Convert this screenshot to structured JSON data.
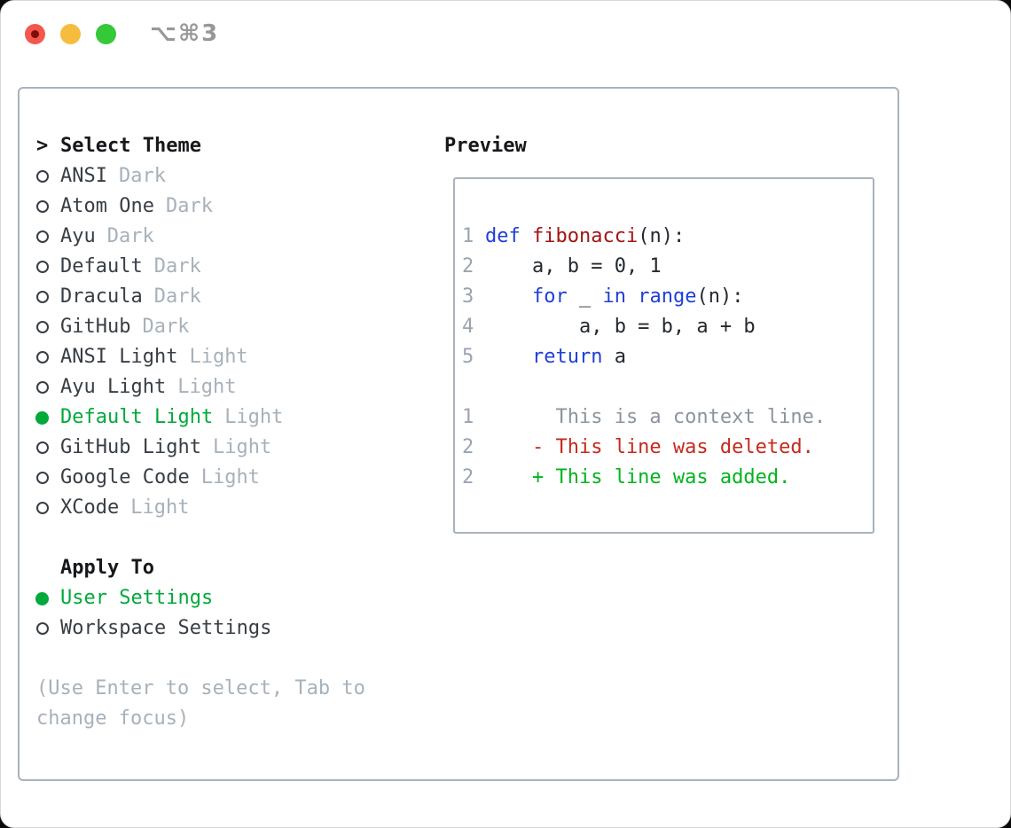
{
  "window": {
    "shortcut": "⌥⌘3"
  },
  "colors": {
    "accent_green": "#00a93a",
    "keyword_blue": "#1e3fd9",
    "function_red": "#a31414",
    "diff_del_red": "#c52a1c",
    "diff_add_green": "#00b41e",
    "muted_gray": "#a7b1bb",
    "line_number_gray": "#9aa4b0",
    "context_gray": "#8b949e",
    "text_dark": "#383e45",
    "code_plain": "#24292e",
    "heading_black": "#16181b",
    "panel_border": "#a9b2bc",
    "traffic_red": "#f4574e",
    "traffic_red_dot": "#7e0d08",
    "traffic_yellow": "#f6bc3e",
    "traffic_green": "#35c839",
    "shortcut_gray": "#97979c"
  },
  "theme_picker": {
    "title_prefix": ">",
    "title": "Select Theme",
    "items": [
      {
        "name": "ANSI",
        "tag": "Dark",
        "selected": false
      },
      {
        "name": "Atom One",
        "tag": "Dark",
        "selected": false
      },
      {
        "name": "Ayu",
        "tag": "Dark",
        "selected": false
      },
      {
        "name": "Default",
        "tag": "Dark",
        "selected": false
      },
      {
        "name": "Dracula",
        "tag": "Dark",
        "selected": false
      },
      {
        "name": "GitHub",
        "tag": "Dark",
        "selected": false
      },
      {
        "name": "ANSI Light",
        "tag": "Light",
        "selected": false
      },
      {
        "name": "Ayu Light",
        "tag": "Light",
        "selected": false
      },
      {
        "name": "Default Light",
        "tag": "Light",
        "selected": true
      },
      {
        "name": "GitHub Light",
        "tag": "Light",
        "selected": false
      },
      {
        "name": "Google Code",
        "tag": "Light",
        "selected": false
      },
      {
        "name": "XCode",
        "tag": "Light",
        "selected": false
      }
    ]
  },
  "apply_to": {
    "title": "Apply To",
    "options": [
      {
        "label": "User Settings",
        "selected": true
      },
      {
        "label": "Workspace Settings",
        "selected": false
      }
    ]
  },
  "help_text": "(Use Enter to select, Tab to change focus)",
  "preview": {
    "title": "Preview",
    "lines": [
      {
        "num": "1",
        "segs": [
          [
            "def",
            "kw"
          ],
          [
            " ",
            "p"
          ],
          [
            "fibonacci",
            "fn"
          ],
          [
            "(n):",
            "p"
          ]
        ]
      },
      {
        "num": "2",
        "segs": [
          [
            "    a, b = 0, 1",
            "p"
          ]
        ]
      },
      {
        "num": "3",
        "segs": [
          [
            "    ",
            "p"
          ],
          [
            "for",
            "kw"
          ],
          [
            " _ ",
            "p"
          ],
          [
            "in",
            "kw"
          ],
          [
            " ",
            "p"
          ],
          [
            "range",
            "kw"
          ],
          [
            "(n):",
            "p"
          ]
        ]
      },
      {
        "num": "4",
        "segs": [
          [
            "        a, b = b, a + b",
            "p"
          ]
        ]
      },
      {
        "num": "5",
        "segs": [
          [
            "    ",
            "p"
          ],
          [
            "return",
            "kw"
          ],
          [
            " a",
            "p"
          ]
        ]
      },
      {
        "blank": true
      },
      {
        "num": "1",
        "segs": [
          [
            "      This is a context line.",
            "ctx"
          ]
        ]
      },
      {
        "num": "2",
        "segs": [
          [
            "    - This line was deleted.",
            "del"
          ]
        ]
      },
      {
        "num": "2",
        "segs": [
          [
            "    + This line was added.",
            "add"
          ]
        ]
      }
    ]
  }
}
